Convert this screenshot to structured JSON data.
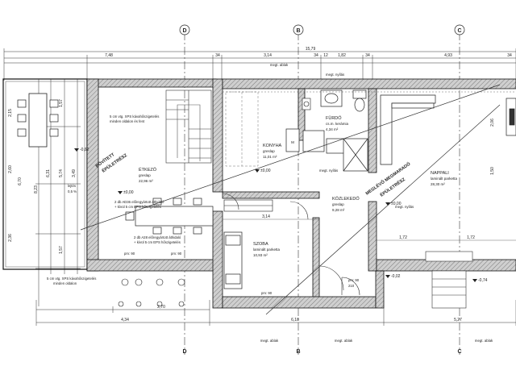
{
  "grid_axes": {
    "D": "D",
    "B": "B",
    "C": "C"
  },
  "top_dimensions": {
    "overall": "15,79",
    "seg_1": "7,48",
    "seg_2": "3,14",
    "seg_3": "1,82",
    "seg_4": "4,93",
    "small_a": "34",
    "small_b": "34",
    "small_c": "12",
    "small_d": "34",
    "small_e": "34",
    "opening_top": "megt. ablak"
  },
  "bottom_dimensions": {
    "seg_1": "4,34",
    "seg_2": "2,70",
    "seg_3": "6,18",
    "seg_4": "5,27",
    "opening_1": "megt. ablak",
    "opening_2": "megt. ablak",
    "opening_3": "megt. ablak"
  },
  "left_dimensions": {
    "outer": "8,23",
    "a": "2,15",
    "b": "2,60",
    "c": "2,36",
    "d": "6,70",
    "e": "1,57",
    "f": "5,74",
    "g": "3,49",
    "h": "1,57",
    "i": "6,31"
  },
  "rooms": {
    "etkezo": {
      "name": "ÉTKEZŐ",
      "floor": "greslap",
      "area": "22,96 m²"
    },
    "konyha": {
      "name": "KONYHA",
      "floor": "greslap",
      "area": "11,01 m²"
    },
    "furdo": {
      "name": "FÜRDŐ",
      "floor": "cs.m. kerámia",
      "area": "4,34 m²"
    },
    "kozlekedo": {
      "name": "KÖZLEKEDŐ",
      "floor": "greslap",
      "area": "9,28 m²"
    },
    "szoba": {
      "name": "SZOBA",
      "floor": "laminált parketta",
      "area": "10,93 m²"
    },
    "nappali": {
      "name": "NAPPALI",
      "floor": "laminált parketta",
      "area": "28,30 m²"
    }
  },
  "labels": {
    "bovitett": "BŐVÍTETT",
    "bovitett_2": "ÉPÜLETRÉSZ",
    "megmarado": "MEGLÉVŐ MEGMARADÓ",
    "megmarado_2": "ÉPÜLETRÉSZ",
    "level_0": "±0,00",
    "level_0b": "±0,00",
    "level_0c": "±0,00",
    "level_m002": "-0,02",
    "level_m074": "-0,74",
    "level_m062": "-0,62",
    "note_xps": "5 cm vtg. XPS kávahőszigetelés",
    "note_xps_2": "minden oldalon és fent",
    "note_ad36": "2 db AD36 előregyártott áthidaló",
    "note_ad36_2": "+ kívül 5 cm EPS hőszigetelés",
    "note_a28": "2 db A28 előregyártott áthidaló",
    "note_a28_2": "+ kívül 5 cm EPS hőszigetelés",
    "note_xps_b": "5 cm vtg. XPS kávahőszigetelés",
    "note_xps_b2": "minden oldalon",
    "window_pm": "pm: 90",
    "window_pm2": "pm: 90",
    "window_pm3": "pm: 90",
    "window_pm4": "pm: 90",
    "window_210": "210",
    "kitchen_m": "M",
    "floor_slope": "lejtés",
    "perc": "0,5 %",
    "dim_314": "3,14",
    "dim_172": "1,72",
    "dim_150": "1,50",
    "dim_206": "2,06",
    "dim_326": "1,72",
    "megt_nyilas": "megt. nyílás",
    "megt_nyilas2": "megt. nyílás",
    "megt_nyilas3": "megt. nyílás"
  },
  "colors": {
    "wall": "#b8b8b8",
    "wall_edge": "#111111",
    "line": "#333333",
    "hatch": "#888888"
  }
}
